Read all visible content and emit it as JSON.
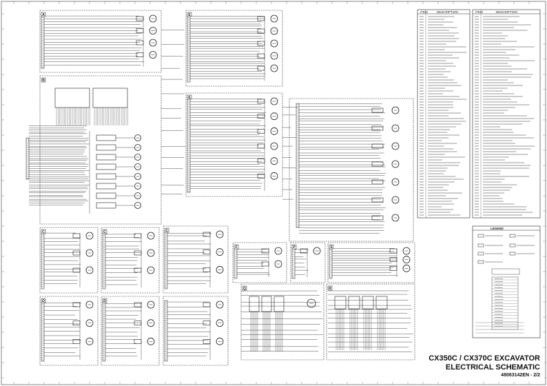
{
  "title_block": {
    "line1": "CX350C / CX370C EXCAVATOR",
    "line2": "ELECTRICAL SCHEMATIC",
    "doc_number": "48063142EN - 2/2"
  },
  "parts_list": {
    "headers": [
      "ITEM",
      "DESCRIPTION",
      "ITEM",
      "DESCRIPTION"
    ]
  },
  "legend": {
    "title": "LEGEND"
  },
  "section_letters": [
    "A",
    "B",
    "C",
    "C",
    "C",
    "D",
    "D",
    "E",
    "E",
    "F",
    "P",
    "Q",
    "R",
    "S"
  ],
  "colors": {
    "line": "#1a1a1a",
    "paper": "#ffffff",
    "frame": "#333333"
  }
}
